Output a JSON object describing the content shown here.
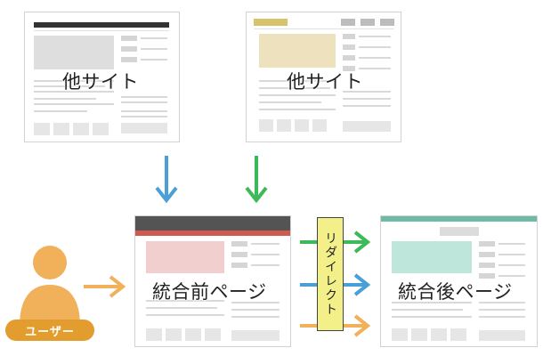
{
  "diagram": {
    "source_site_1": {
      "label": "他サイト"
    },
    "source_site_2": {
      "label": "他サイト"
    },
    "merge_before_page": {
      "label": "統合前ページ"
    },
    "merge_after_page": {
      "label": "統合後ページ"
    },
    "redirect": {
      "label": "リダイレクト"
    },
    "user": {
      "label": "ユーザー"
    },
    "colors": {
      "blue_arrow": "#4a9fd6",
      "green_arrow": "#3cba5a",
      "orange_arrow": "#f0b15a",
      "user": "#f0b15a",
      "user_pill": "#e39d2e",
      "site1_header": "#333333",
      "site2_header": "#d8c36a",
      "before_header_dark": "#545454",
      "before_header_red": "#cf5a50",
      "before_image": "#f1cfcf",
      "after_header": "#6dbba6",
      "after_image": "#bfe6da",
      "redirect_box": "#f3f08a"
    }
  }
}
